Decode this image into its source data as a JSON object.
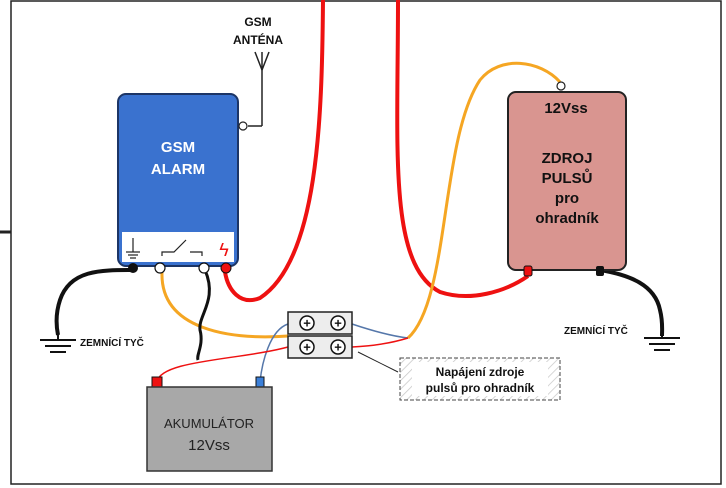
{
  "antenna": {
    "line1": "GSM",
    "line2": "ANTÉNA"
  },
  "gsm_alarm": {
    "line1": "GSM",
    "line2": "ALARM"
  },
  "pulse_source": {
    "voltage": "12Vss",
    "line1": "ZDROJ",
    "line2": "PULSŮ",
    "line3": "pro",
    "line4": "ohradník"
  },
  "ground_left": "ZEMNÍCÍ TYČ",
  "ground_right": "ZEMNÍCÍ TYČ",
  "battery": {
    "line1": "AKUMULÁTOR",
    "line2": "12Vss"
  },
  "note": {
    "line1": "Napájení zdroje",
    "line2": "pulsů pro ohradník"
  },
  "terminal_symbols": {
    "plus": "+",
    "lightning": "ϟ"
  },
  "colors": {
    "alarm_blue": "#3a72cf",
    "source_pink": "#d99590",
    "battery_gray": "#a8a8a8",
    "wire_red": "#ee1111",
    "wire_orange": "#f5a623",
    "wire_black": "#111111",
    "wire_blue": "#5577aa"
  }
}
